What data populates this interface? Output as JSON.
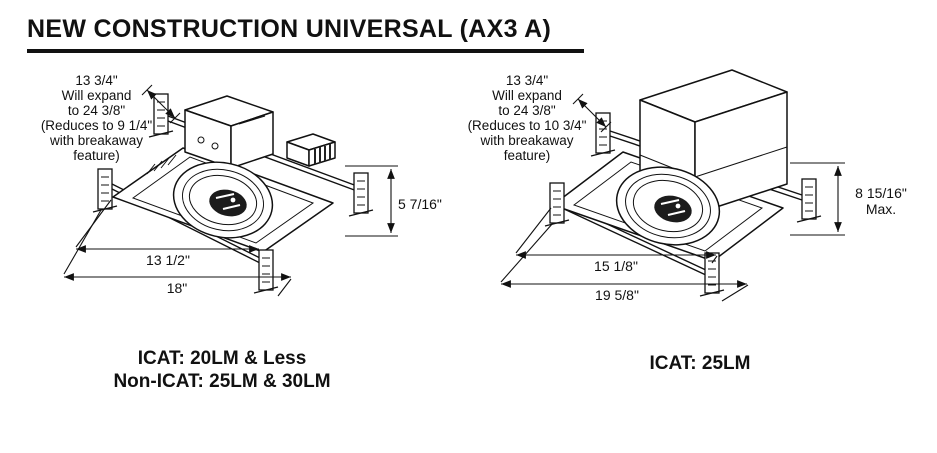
{
  "title": "NEW CONSTRUCTION UNIVERSAL (AX3 A)",
  "figures": {
    "left": {
      "expand_note": "13 3/4\"\nWill expand\nto 24 3/8\"\n(Reduces to 9 1/4\"\nwith breakaway\nfeature)",
      "height_dim": "5 7/16\"",
      "inner_width_dim": "13 1/2\"",
      "outer_width_dim": "18\"",
      "caption": "ICAT: 20LM & Less\nNon-ICAT: 25LM & 30LM"
    },
    "right": {
      "expand_note": "13 3/4\"\nWill expand\nto 24 3/8\"\n(Reduces to 10 3/4\"\nwith breakaway\nfeature)",
      "height_dim": "8 15/16\"\nMax.",
      "inner_width_dim": "15 1/8\"",
      "outer_width_dim": "19 5/8\"",
      "caption": "ICAT: 25LM"
    }
  }
}
